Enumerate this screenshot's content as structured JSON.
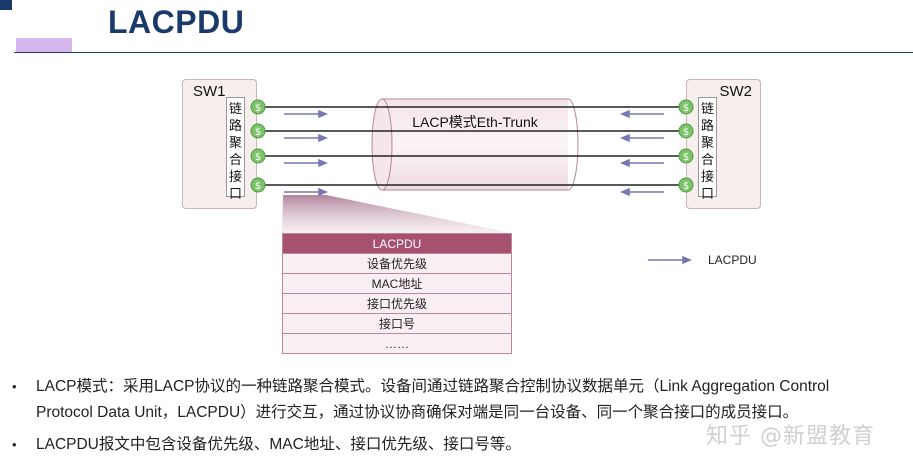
{
  "title": "LACPDU",
  "switches": {
    "left_label": "SW1",
    "right_label": "SW2"
  },
  "agg_label_chars": [
    "链",
    "路",
    "聚",
    "合",
    "接",
    "口"
  ],
  "port_icon_glyph": "$",
  "trunk_label": "LACP模式Eth-Trunk",
  "lacpdu_table": {
    "header": "LACPDU",
    "rows": [
      "设备优先级",
      "MAC地址",
      "接口优先级",
      "接口号",
      "……"
    ]
  },
  "legend": {
    "label": "LACPDU"
  },
  "bullets": [
    {
      "lines": [
        "LACP模式：采用LACP协议的一种链路聚合模式。设备间通过链路聚合控制协议数据单元（Link Aggregation Control",
        "Protocol Data Unit，LACPDU）进行交互，通过协议协商确保对端是同一台设备、同一个聚合接口的成员接口。"
      ]
    },
    {
      "lines": [
        "LACPDU报文中包含设备优先级、MAC地址、接口优先级、接口号等。"
      ]
    }
  ],
  "watermark": "知乎 @新盟教育",
  "colors": {
    "title": "#1a3a6b",
    "accent_strip": "#d7b8ee",
    "switch_fill": "#f7eeee",
    "port_icon": "#7cc46b",
    "arrow": "#7777b3",
    "table_header": "#a8506f",
    "table_border": "#b98a9c",
    "pdu_fan": "#b0879a"
  }
}
